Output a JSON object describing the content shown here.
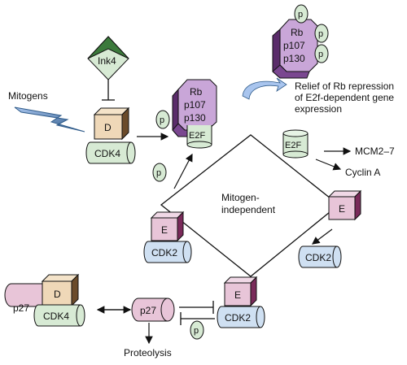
{
  "diagram": {
    "labels": {
      "ink4": "Ink4",
      "mitogens": "Mitogens",
      "d_box_left": "D",
      "cdk4_left": "CDK4",
      "p_top": "p",
      "rb_top_rb": "Rb",
      "rb_top_p107": "p107",
      "rb_top_p130": "p130",
      "e2f_top": "E2F",
      "rb_right_rb": "Rb",
      "rb_right_p107": "p107",
      "rb_right_p130": "p130",
      "p_right_1": "p",
      "p_right_2": "p",
      "p_right_3": "p",
      "relief_line1": "Relief of Rb repression",
      "relief_line2": "of E2f-dependent gene",
      "relief_line3": "expression",
      "e2f_right": "E2F",
      "mcm": "MCM2–7",
      "cyclin_a": "Cyclin A",
      "mitogen_independent_1": "Mitogen-",
      "mitogen_independent_2": "independent",
      "e_left": "E",
      "cdk2_left": "CDK2",
      "p_mid_left": "p",
      "e_right": "E",
      "cdk2_right": "CDK2",
      "e_bottom": "E",
      "cdk2_bottom": "CDK2",
      "p_bottom": "p",
      "d_bottom": "D",
      "cdk4_bottom": "CDK4",
      "p27_bottom_left": "p27",
      "p27_center": "p27",
      "proteolysis": "Proteolysis"
    },
    "colors": {
      "green_light": "#d7ead4",
      "green_dark": "#3c7a3c",
      "tan": "#efd8b8",
      "tan_dark": "#6b4b2a",
      "purple": "#b28abf",
      "purple_dark": "#5a2c6a",
      "pink": "#e8c5d8",
      "blue": "#cfe0f2",
      "blue_dark": "#2f5b8a",
      "line": "#111111"
    },
    "icons": {
      "mitogen": "lightning-bolt-icon",
      "arrow": "arrow-icon",
      "inhibit": "inhibit-tbar-icon",
      "curved_arrow": "curved-arrow-icon"
    }
  }
}
